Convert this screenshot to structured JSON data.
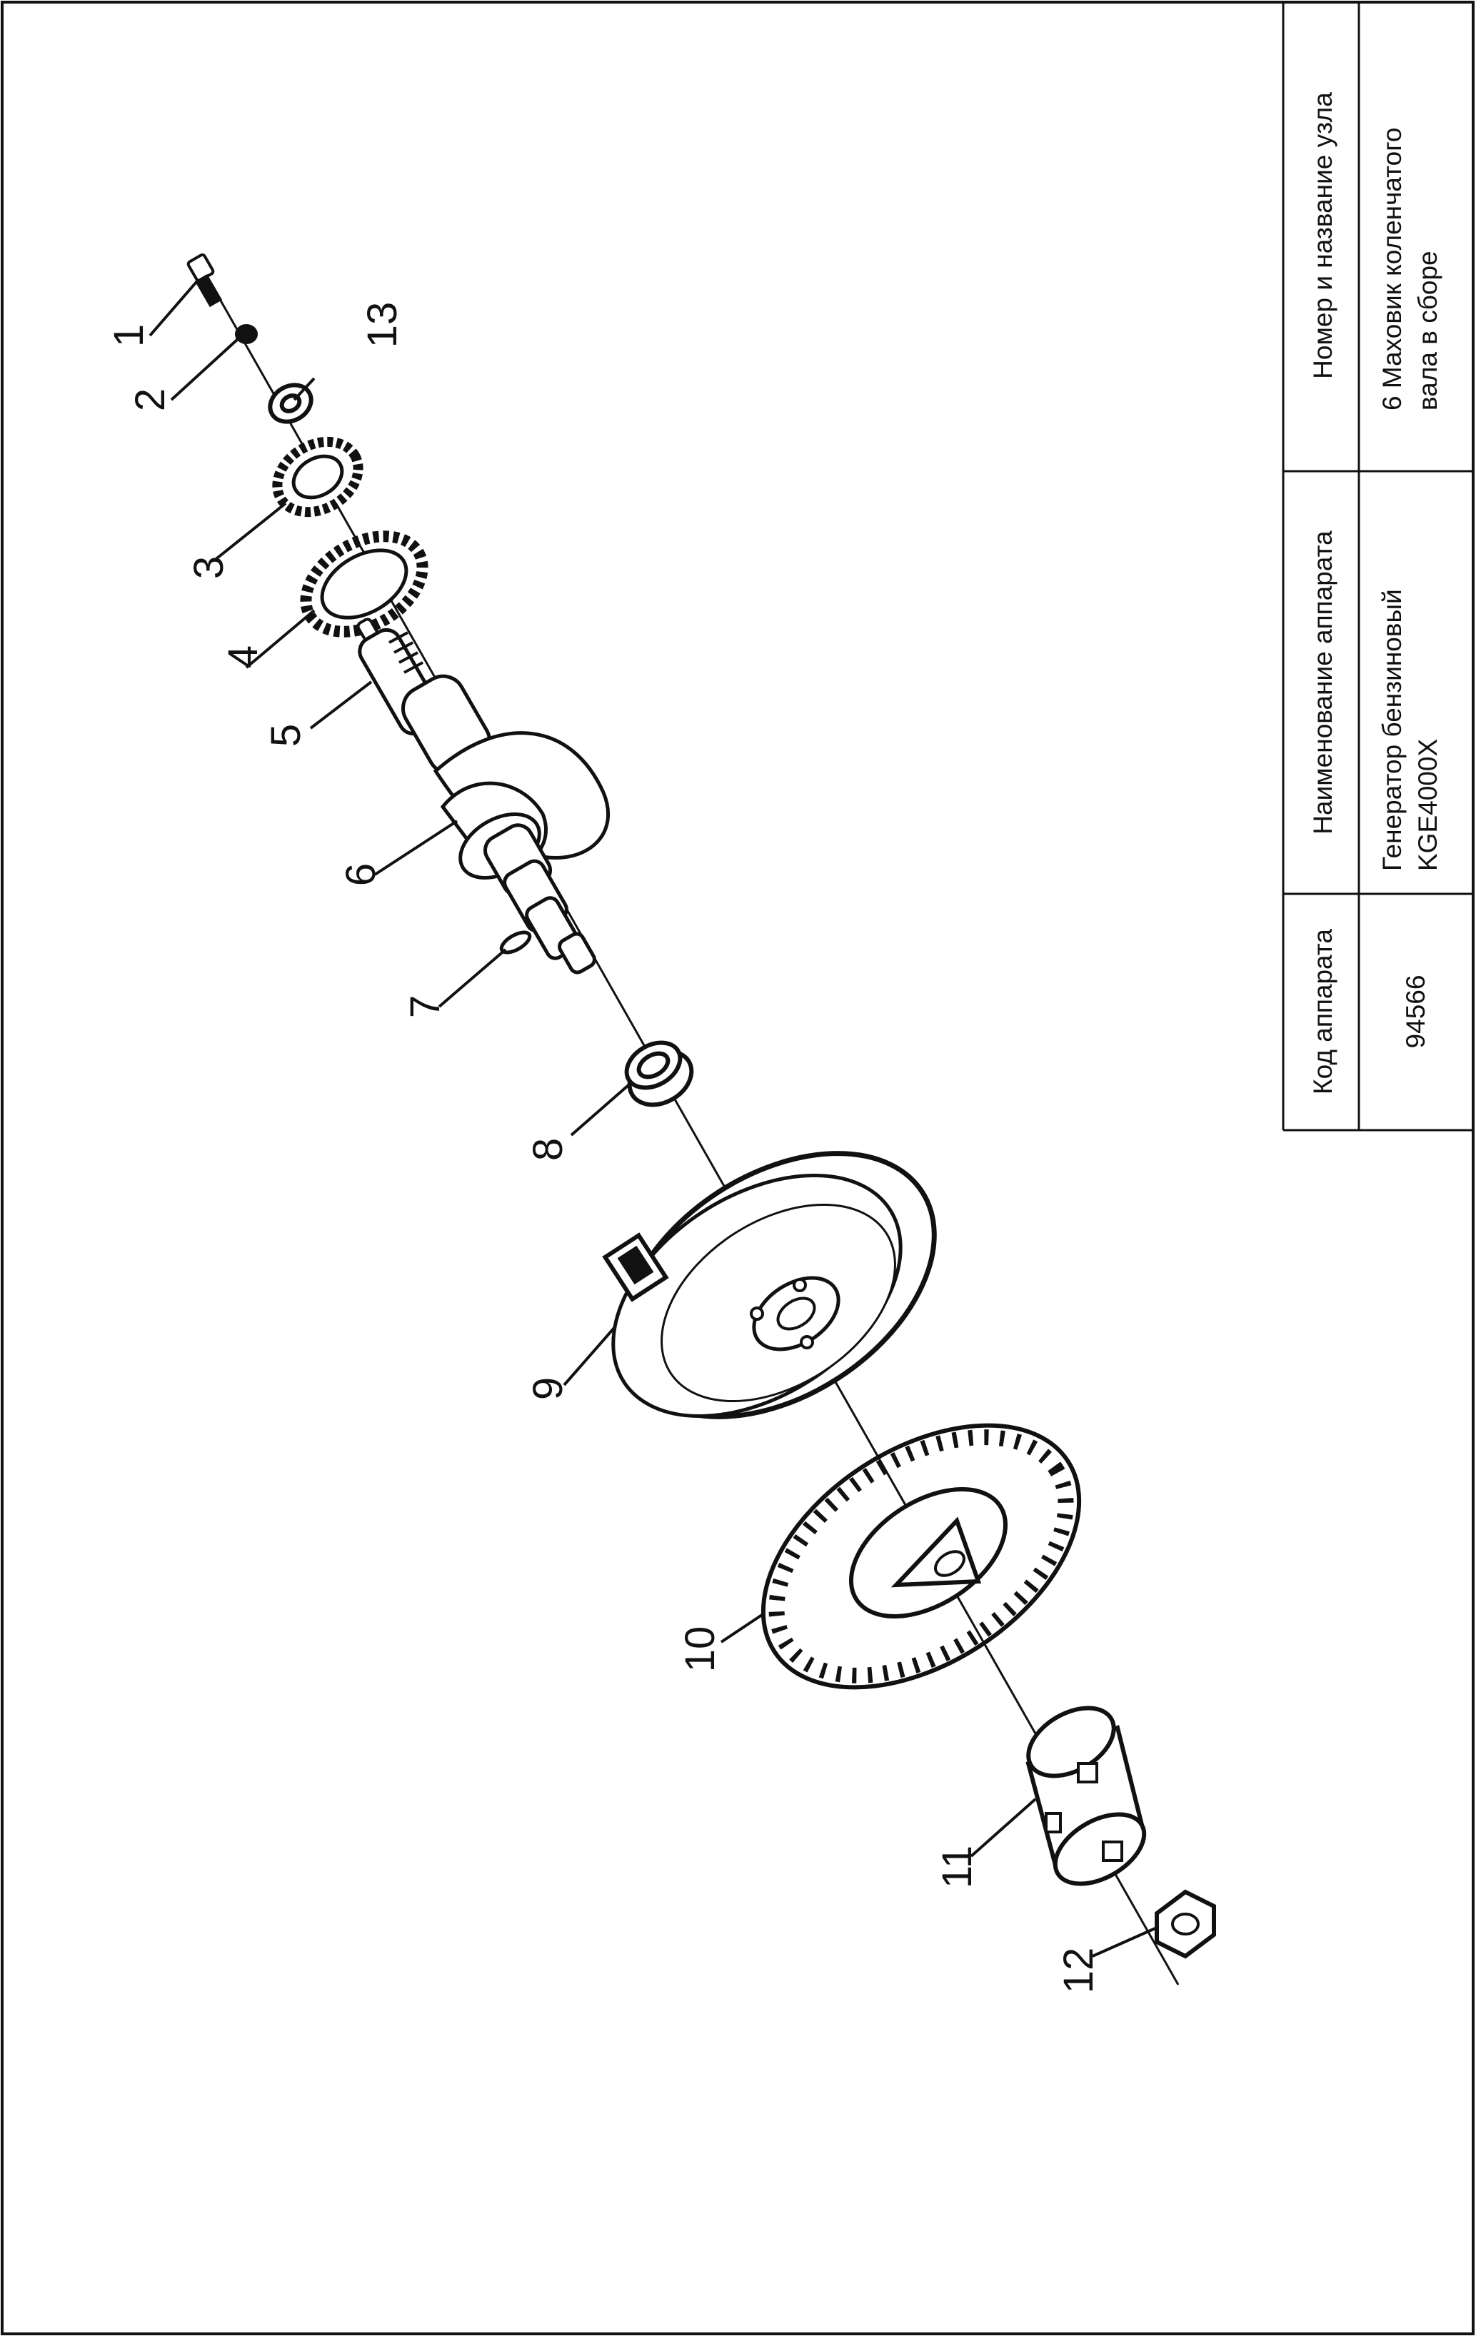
{
  "title_block": {
    "code_header": "Код аппарата",
    "code_value": "94566",
    "name_header": "Наименование аппарата",
    "name_value_line1": "Генератор бензиновый",
    "name_value_line2": "KGE4000X",
    "unit_header": "Номер и название узла",
    "unit_value_line1": "6 Маховик коленчатого",
    "unit_value_line2": "вала в сборе"
  },
  "callouts": {
    "p1": "1",
    "p2": "2",
    "p3": "3",
    "p4": "4",
    "p5": "5",
    "p6": "6",
    "p7": "7",
    "p8": "8",
    "p9": "9",
    "p10": "10",
    "p11": "11",
    "p12": "12",
    "p13": "13"
  },
  "parts": [
    {
      "number": "1",
      "icon": "bolt-icon"
    },
    {
      "number": "2",
      "icon": "washer-icon"
    },
    {
      "number": "3",
      "icon": "gear-icon"
    },
    {
      "number": "4",
      "icon": "gear-icon"
    },
    {
      "number": "5",
      "icon": "key-icon"
    },
    {
      "number": "6",
      "icon": "crankshaft-icon"
    },
    {
      "number": "7",
      "icon": "key-icon"
    },
    {
      "number": "8",
      "icon": "bearing-icon"
    },
    {
      "number": "9",
      "icon": "flywheel-icon"
    },
    {
      "number": "10",
      "icon": "fan-icon"
    },
    {
      "number": "11",
      "icon": "cup-icon"
    },
    {
      "number": "12",
      "icon": "nut-icon"
    },
    {
      "number": "13",
      "icon": "washer-icon"
    }
  ],
  "colors": {
    "line": "#111111",
    "background": "#ffffff"
  }
}
